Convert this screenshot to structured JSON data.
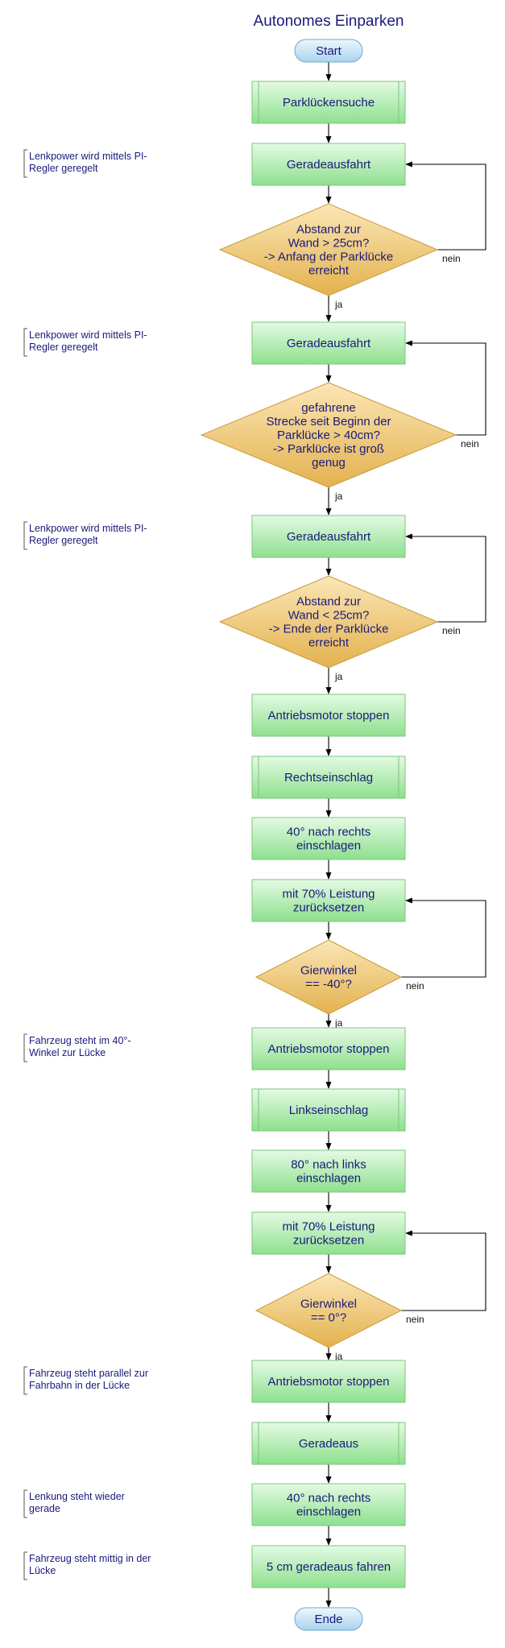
{
  "title": "Autonomes Einparken",
  "nodes": [
    {
      "id": "start",
      "kind": "terminal",
      "lines": [
        "Start"
      ]
    },
    {
      "id": "search",
      "kind": "subprocess",
      "lines": [
        "Parklückensuche"
      ]
    },
    {
      "id": "drive1",
      "kind": "process",
      "lines": [
        "Geradeausfahrt"
      ]
    },
    {
      "id": "dec1",
      "kind": "decision",
      "lines": [
        "Abstand zur",
        "Wand > 25cm?",
        "-> Anfang der Parklücke",
        "erreicht"
      ]
    },
    {
      "id": "drive2",
      "kind": "process",
      "lines": [
        "Geradeausfahrt"
      ]
    },
    {
      "id": "dec2",
      "kind": "decision",
      "lines": [
        "gefahrene",
        "Strecke seit Beginn der",
        "Parklücke > 40cm?",
        "-> Parklücke ist groß",
        "genug"
      ]
    },
    {
      "id": "drive3",
      "kind": "process",
      "lines": [
        "Geradeausfahrt"
      ]
    },
    {
      "id": "dec3",
      "kind": "decision",
      "lines": [
        "Abstand zur",
        "Wand < 25cm?",
        "-> Ende der Parklücke",
        "erreicht"
      ]
    },
    {
      "id": "stop1",
      "kind": "process",
      "lines": [
        "Antriebsmotor stoppen"
      ]
    },
    {
      "id": "right",
      "kind": "subprocess",
      "lines": [
        "Rechtseinschlag"
      ]
    },
    {
      "id": "steer40r",
      "kind": "process",
      "lines": [
        "40° nach rechts",
        "einschlagen"
      ]
    },
    {
      "id": "back1",
      "kind": "process",
      "lines": [
        "mit 70% Leistung",
        "zurücksetzen"
      ]
    },
    {
      "id": "dec4",
      "kind": "decision",
      "lines": [
        "Gierwinkel",
        "== -40°?"
      ]
    },
    {
      "id": "stop2",
      "kind": "process",
      "lines": [
        "Antriebsmotor stoppen"
      ]
    },
    {
      "id": "left",
      "kind": "subprocess",
      "lines": [
        "Linkseinschlag"
      ]
    },
    {
      "id": "steer80l",
      "kind": "process",
      "lines": [
        "80° nach links",
        "einschlagen"
      ]
    },
    {
      "id": "back2",
      "kind": "process",
      "lines": [
        "mit 70% Leistung",
        "zurücksetzen"
      ]
    },
    {
      "id": "dec5",
      "kind": "decision",
      "lines": [
        "Gierwinkel",
        "== 0°?"
      ]
    },
    {
      "id": "stop3",
      "kind": "process",
      "lines": [
        "Antriebsmotor stoppen"
      ]
    },
    {
      "id": "straight",
      "kind": "subprocess",
      "lines": [
        "Geradeaus"
      ]
    },
    {
      "id": "steer40r2",
      "kind": "process",
      "lines": [
        "40° nach rechts",
        "einschlagen"
      ]
    },
    {
      "id": "fwd5",
      "kind": "process",
      "lines": [
        "5 cm geradeaus fahren"
      ]
    },
    {
      "id": "end",
      "kind": "terminal",
      "lines": [
        "Ende"
      ]
    }
  ],
  "edges": [
    {
      "from": "start",
      "to": "search"
    },
    {
      "from": "search",
      "to": "drive1"
    },
    {
      "from": "drive1",
      "to": "dec1"
    },
    {
      "from": "dec1",
      "to": "drive2",
      "label": "ja"
    },
    {
      "from": "dec1",
      "to": "drive1",
      "label": "nein"
    },
    {
      "from": "drive2",
      "to": "dec2"
    },
    {
      "from": "dec2",
      "to": "drive3",
      "label": "ja"
    },
    {
      "from": "dec2",
      "to": "drive2",
      "label": "nein"
    },
    {
      "from": "drive3",
      "to": "dec3"
    },
    {
      "from": "dec3",
      "to": "stop1",
      "label": "ja"
    },
    {
      "from": "dec3",
      "to": "drive3",
      "label": "nein"
    },
    {
      "from": "stop1",
      "to": "right"
    },
    {
      "from": "right",
      "to": "steer40r"
    },
    {
      "from": "steer40r",
      "to": "back1"
    },
    {
      "from": "back1",
      "to": "dec4"
    },
    {
      "from": "dec4",
      "to": "stop2",
      "label": "ja"
    },
    {
      "from": "dec4",
      "to": "back1",
      "label": "nein"
    },
    {
      "from": "stop2",
      "to": "left"
    },
    {
      "from": "left",
      "to": "steer80l"
    },
    {
      "from": "steer80l",
      "to": "back2"
    },
    {
      "from": "back2",
      "to": "dec5"
    },
    {
      "from": "dec5",
      "to": "stop3",
      "label": "ja"
    },
    {
      "from": "dec5",
      "to": "back2",
      "label": "nein"
    },
    {
      "from": "stop3",
      "to": "straight"
    },
    {
      "from": "straight",
      "to": "steer40r2"
    },
    {
      "from": "steer40r2",
      "to": "fwd5"
    },
    {
      "from": "fwd5",
      "to": "end"
    }
  ],
  "annotations": [
    {
      "node": "drive1",
      "lines": [
        "Lenkpower wird mittels PI-",
        "Regler geregelt"
      ]
    },
    {
      "node": "drive2",
      "lines": [
        "Lenkpower wird mittels PI-",
        "Regler geregelt"
      ]
    },
    {
      "node": "drive3",
      "lines": [
        "Lenkpower wird mittels PI-",
        "Regler geregelt"
      ]
    },
    {
      "node": "stop2",
      "lines": [
        "Fahrzeug steht im 40°-",
        "Winkel zur Lücke"
      ]
    },
    {
      "node": "stop3",
      "lines": [
        "Fahrzeug steht parallel zur",
        "Fahrbahn in der Lücke"
      ]
    },
    {
      "node": "steer40r2",
      "lines": [
        "Lenkung steht wieder",
        "gerade"
      ]
    },
    {
      "node": "fwd5",
      "lines": [
        "Fahrzeug steht mittig in der",
        "Lücke"
      ]
    }
  ],
  "colors": {
    "process_top": "#e4fae4",
    "process_bottom": "#8ee08e",
    "process_stroke": "#7cc47c",
    "decision_top": "#fbe6b6",
    "decision_bottom": "#e3b24e",
    "decision_stroke": "#c89a3a",
    "terminal_top": "#eef7fc",
    "terminal_bottom": "#a8d4ee",
    "terminal_stroke": "#6fa8cc",
    "text": "#1a1a7a",
    "edge": "#000000"
  }
}
